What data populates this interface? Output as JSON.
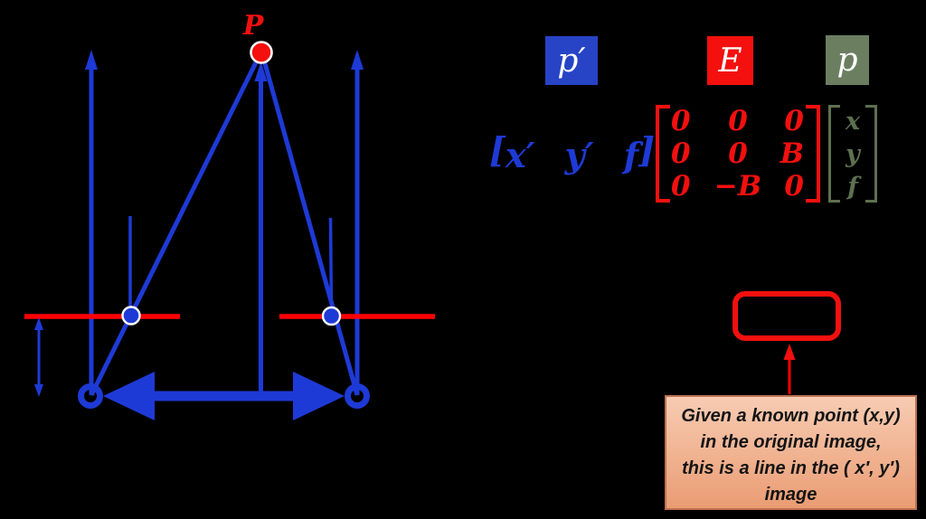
{
  "colors": {
    "background": "#000000",
    "blue": "#1e3ad6",
    "blue_box": "#2744c6",
    "red": "#f3100e",
    "red_line": "#ff0000",
    "green_box": "#6b7f60",
    "green_text": "#5e7050",
    "white": "#ffffff",
    "callout_border": "#bc7251",
    "callout_bg_top": "#f7ccb3",
    "callout_bg_bottom": "#ea9c73"
  },
  "diagram": {
    "point_label": "P"
  },
  "equation": {
    "labels": {
      "p_prime": "p′",
      "E": "E",
      "p": "p"
    },
    "row_vector": {
      "open": "[",
      "x": "x′",
      "y": "y′",
      "f": "f",
      "close": "]"
    },
    "matrix": {
      "rows": [
        [
          "0",
          "0",
          "0"
        ],
        [
          "0",
          "0",
          "B"
        ],
        [
          "0",
          "−B",
          "0"
        ]
      ]
    },
    "col_vector": {
      "x": "x",
      "y": "y",
      "f": "f"
    }
  },
  "callout": {
    "lines": [
      "Given a known point (x,y)",
      "in the original image,",
      "this is a line in the ( x′, y′)",
      "image"
    ]
  }
}
